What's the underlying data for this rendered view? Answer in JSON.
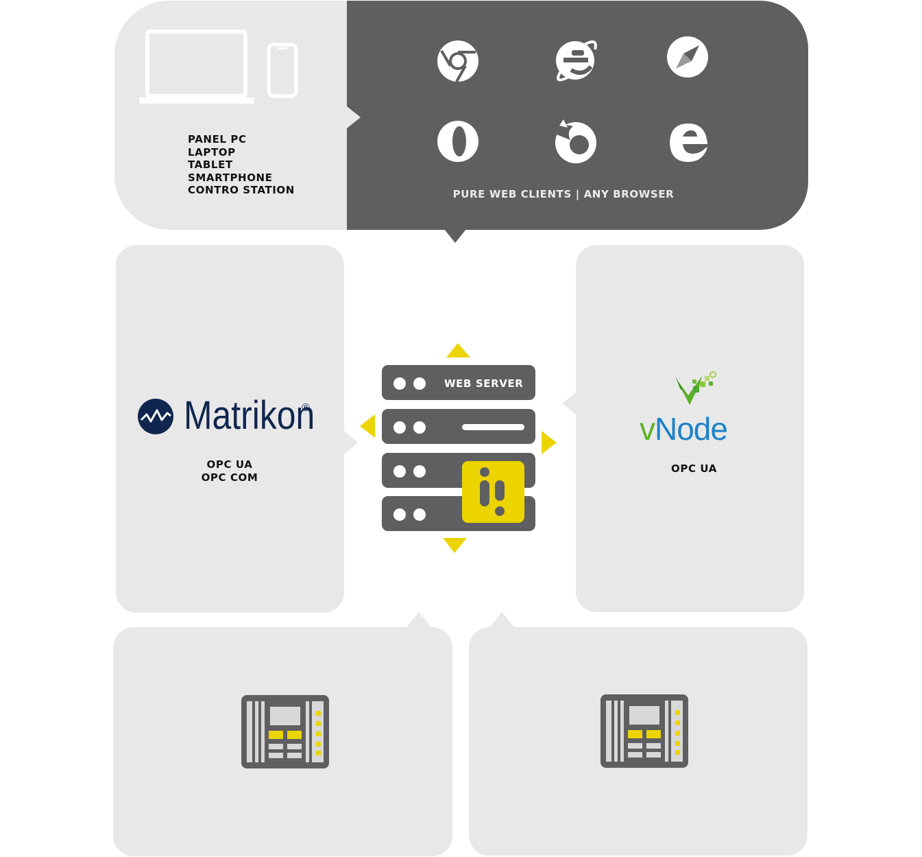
{
  "devices": {
    "lines": [
      "PANEL PC",
      "LAPTOP",
      "TABLET",
      "SMARTPHONE",
      "CONTRO STATION"
    ],
    "icons": [
      "laptop-icon",
      "smartphone-icon"
    ]
  },
  "browsers": {
    "caption": "PURE WEB CLIENTS | ANY BROWSER",
    "icons": [
      "chrome-icon",
      "internet-explorer-icon",
      "safari-icon",
      "opera-icon",
      "firefox-icon",
      "edge-icon"
    ]
  },
  "server": {
    "label": "WEB SERVER",
    "icon": "server-rack-icon"
  },
  "matrikon": {
    "logo_text": "Matrikon",
    "registered": "®",
    "protocols": [
      "OPC UA",
      "OPC COM"
    ]
  },
  "vnode": {
    "logo_text_v": "v",
    "logo_text_node": "Node",
    "protocols": [
      "OPC UA"
    ]
  },
  "plc": {
    "icons": [
      "plc-device-icon",
      "plc-device-icon"
    ]
  },
  "colors": {
    "panel_light": "#e8e8e8",
    "panel_dark": "#5f5f61",
    "accent_yellow": "#ecd400",
    "matrikon_navy": "#10264f",
    "vnode_blue": "#1c82c8",
    "vnode_green": "#5db02b"
  }
}
